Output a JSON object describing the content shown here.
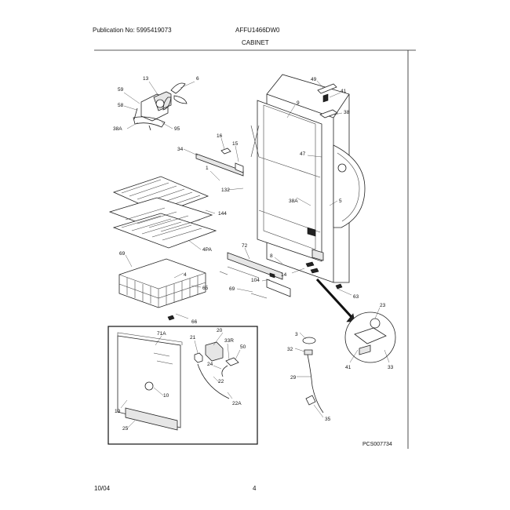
{
  "header": {
    "publication": "Publication No: 5995419073",
    "model": "AFFU1466DW0",
    "section": "CABINET"
  },
  "diagram": {
    "drawing_code": "PCS007734",
    "labels": {
      "p6": "6",
      "p13": "13",
      "p59": "59",
      "p58": "58",
      "p38A": "38A",
      "p95": "95",
      "p49": "49",
      "p9": "9",
      "p41": "41",
      "p38": "38",
      "p47": "47",
      "p38Ab": "38A",
      "p5": "5",
      "p34": "34",
      "p16": "16",
      "p15": "15",
      "p1": "1",
      "p132": "132",
      "p144": "144",
      "p4PA": "4PA",
      "p72": "72",
      "p8": "8",
      "p14": "14",
      "p104": "104",
      "p69": "69",
      "p63": "63",
      "p4": "4",
      "p65": "65",
      "p66": "66",
      "p23": "23",
      "p3": "3",
      "p32": "32",
      "p29": "29",
      "p41b": "41",
      "p33": "33",
      "p35": "35",
      "p20": "20",
      "p71A": "71A",
      "p21": "21",
      "p33R": "33R",
      "p50": "50",
      "p24": "24",
      "p22": "22",
      "p22A": "22A",
      "p10": "10",
      "p19": "19",
      "p25": "25"
    }
  },
  "footer": {
    "date": "10/04",
    "page": "4"
  }
}
